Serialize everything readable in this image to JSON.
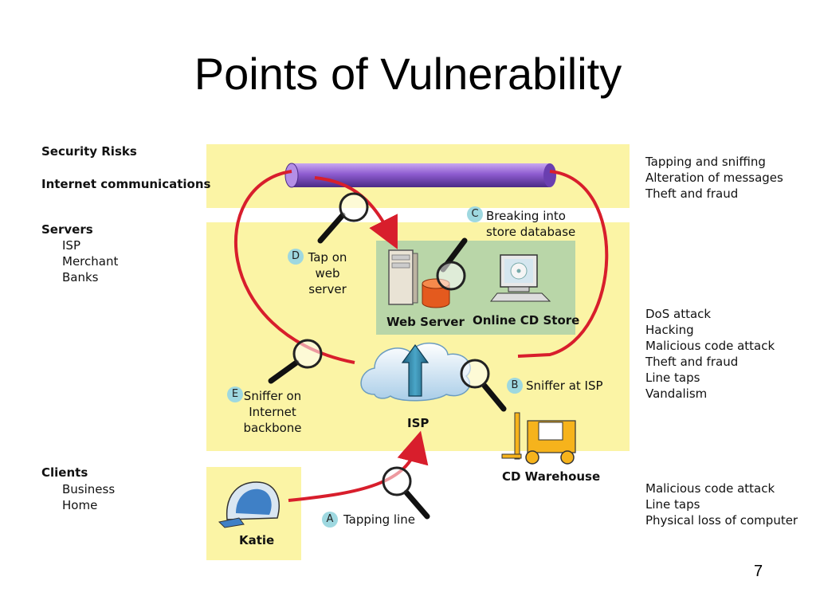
{
  "title": "Points of Vulnerability",
  "page_number": "7",
  "categories": {
    "security_risks": "Security Risks",
    "internet_communications": "Internet communications",
    "servers": {
      "heading": "Servers",
      "items": [
        "ISP",
        "Merchant",
        "Banks"
      ]
    },
    "clients": {
      "heading": "Clients",
      "items": [
        "Business",
        "Home"
      ]
    }
  },
  "risks": {
    "internet": [
      "Tapping and sniffing",
      "Alteration of messages",
      "Theft and fraud"
    ],
    "servers": [
      "DoS attack",
      "Hacking",
      "Malicious code attack",
      "Theft and fraud",
      "Line taps",
      "Vandalism"
    ],
    "clients": [
      "Malicious code attack",
      "Line taps",
      "Physical loss of computer"
    ]
  },
  "nodes": {
    "web_server": "Web Server",
    "online_cd_store": "Online CD Store",
    "isp": "ISP",
    "cd_warehouse": "CD Warehouse",
    "katie": "Katie"
  },
  "points": {
    "a": {
      "letter": "A",
      "label": "Tapping line"
    },
    "b": {
      "letter": "B",
      "label": "Sniffer at ISP"
    },
    "c": {
      "letter": "C",
      "lines": [
        "Breaking into",
        "store database"
      ]
    },
    "d": {
      "letter": "D",
      "lines": [
        "Tap on",
        "web",
        "server"
      ]
    },
    "e": {
      "letter": "E",
      "lines": [
        "Sniffer on",
        "Internet",
        "backbone"
      ]
    }
  },
  "colors": {
    "band": "#fbf4a5",
    "store_panel": "#b9d6a8",
    "path": "#d81e2c",
    "pipe": "#7a4fb8",
    "badge": "#9ed8e0",
    "forklift": "#f6b31c"
  }
}
